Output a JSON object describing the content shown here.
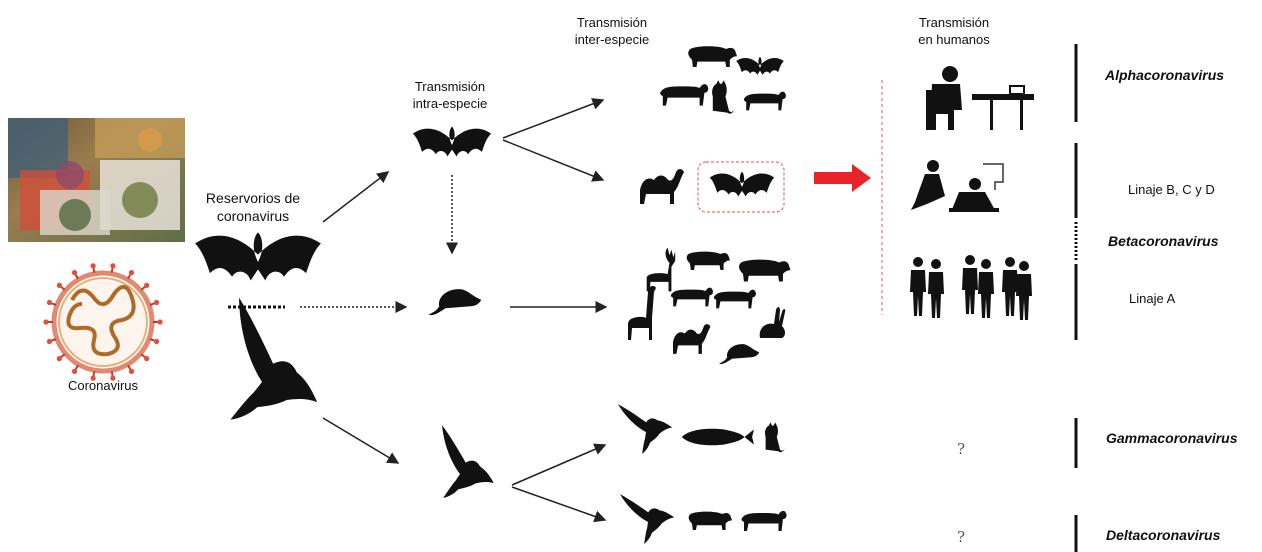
{
  "labels": {
    "reservoirs": "Reservorios de\ncoronavirus",
    "coronavirus": "Coronavirus",
    "intra_species": "Transmisión\nintra-especie",
    "inter_species": "Transmisión\ninter-especie",
    "humans": "Transmisión\nen humanos"
  },
  "genera": {
    "alpha": "Alphacoronavirus",
    "beta": "Betacoronavirus",
    "gamma": "Gammacoronavirus",
    "delta": "Deltacoronavirus"
  },
  "lineages": {
    "bcd": "Linaje B, C y D",
    "a": "Linaje A"
  },
  "unknown_marks": [
    "?",
    "?"
  ],
  "colors": {
    "silhouette": "#111111",
    "arrow_red": "#e8242a",
    "dashed_red": "#e05050",
    "virus_ring": "#e06a4c",
    "virus_core": "#b8742e"
  }
}
